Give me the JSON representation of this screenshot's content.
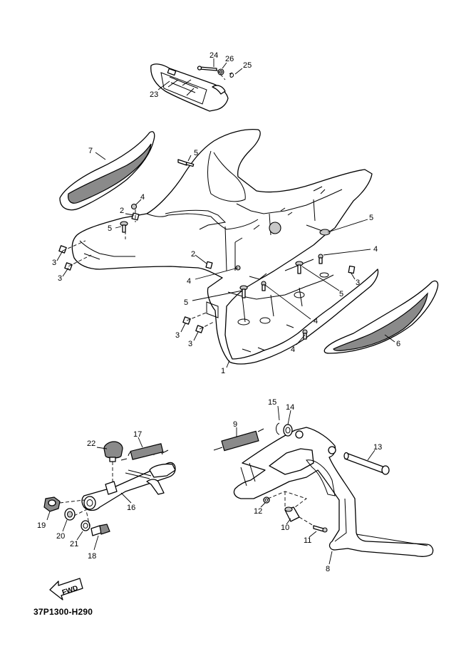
{
  "diagram_code": "37P1300-H290",
  "fwd_label": "FWD",
  "callouts": {
    "c1": "1",
    "c2a": "2",
    "c2b": "2",
    "c3a": "3",
    "c3b": "3",
    "c3c": "3",
    "c3d": "3",
    "c3e": "3",
    "c4a": "4",
    "c4b": "4",
    "c4c": "4",
    "c4d": "4",
    "c4e": "4",
    "c5a": "5",
    "c5b": "5",
    "c5c": "5",
    "c5d": "5",
    "c5e": "5",
    "c6": "6",
    "c7": "7",
    "c8": "8",
    "c9": "9",
    "c10": "10",
    "c11": "11",
    "c12": "12",
    "c13": "13",
    "c14": "14",
    "c15": "15",
    "c16": "16",
    "c17": "17",
    "c18": "18",
    "c19": "19",
    "c20": "20",
    "c21": "21",
    "c22": "22",
    "c23": "23",
    "c24": "24",
    "c25": "25",
    "c26": "26"
  },
  "colors": {
    "line": "#000000",
    "shade": "#8a8a8a",
    "background": "#ffffff"
  }
}
